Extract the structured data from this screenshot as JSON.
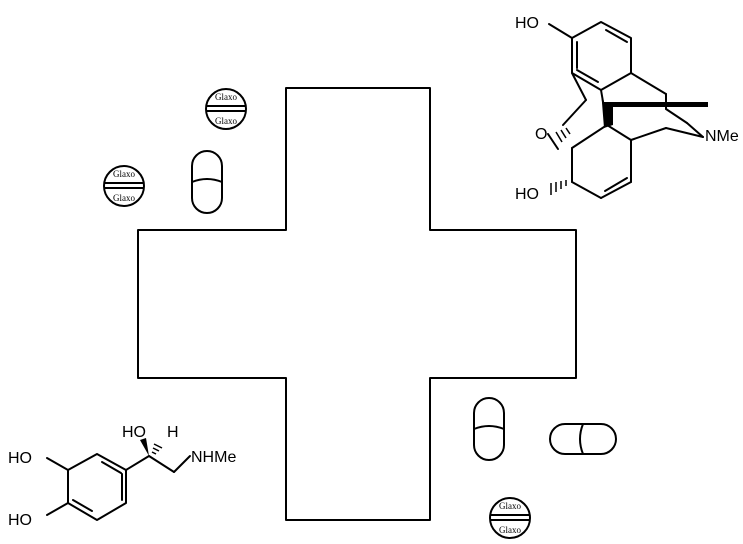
{
  "tablets": [
    {
      "top_text": "Glaxo",
      "bottom_text": "Glaxo"
    },
    {
      "top_text": "Glaxo",
      "bottom_text": "Glaxo"
    },
    {
      "top_text": "Glaxo",
      "bottom_text": "Glaxo"
    }
  ],
  "morphine": {
    "label_ho_top": "HO",
    "label_ho_bottom": "HO",
    "label_o": "O",
    "label_nme": "NMe"
  },
  "epinephrine": {
    "label_ho_side": "HO",
    "label_h": "H",
    "label_nhme": "NHMe",
    "label_ho_ring_top": "HO",
    "label_ho_ring_bottom": "HO"
  }
}
